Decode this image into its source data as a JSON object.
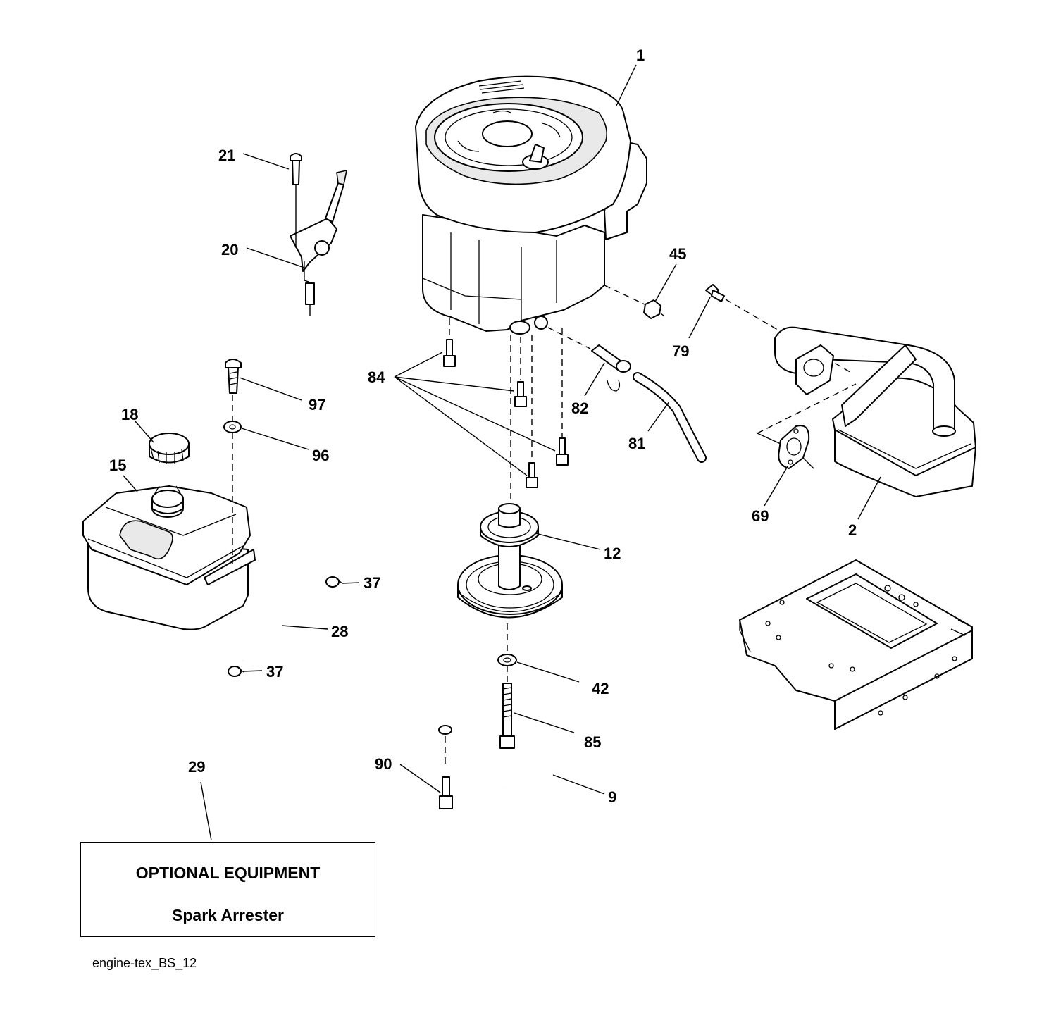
{
  "callouts": [
    {
      "id": "c1",
      "label": "1"
    },
    {
      "id": "c2",
      "label": "2"
    },
    {
      "id": "c9",
      "label": "9"
    },
    {
      "id": "c12",
      "label": "12"
    },
    {
      "id": "c15",
      "label": "15"
    },
    {
      "id": "c18",
      "label": "18"
    },
    {
      "id": "c20",
      "label": "20"
    },
    {
      "id": "c21",
      "label": "21"
    },
    {
      "id": "c28",
      "label": "28"
    },
    {
      "id": "c29",
      "label": "29"
    },
    {
      "id": "c37a",
      "label": "37"
    },
    {
      "id": "c37b",
      "label": "37"
    },
    {
      "id": "c42",
      "label": "42"
    },
    {
      "id": "c45",
      "label": "45"
    },
    {
      "id": "c69",
      "label": "69"
    },
    {
      "id": "c79",
      "label": "79"
    },
    {
      "id": "c81",
      "label": "81"
    },
    {
      "id": "c82",
      "label": "82"
    },
    {
      "id": "c84",
      "label": "84"
    },
    {
      "id": "c85",
      "label": "85"
    },
    {
      "id": "c90",
      "label": "90"
    },
    {
      "id": "c96",
      "label": "96"
    },
    {
      "id": "c97",
      "label": "97"
    }
  ],
  "optional_box": {
    "title": "OPTIONAL EQUIPMENT",
    "item": "Spark Arrester"
  },
  "footer_code": "engine-tex_BS_12"
}
